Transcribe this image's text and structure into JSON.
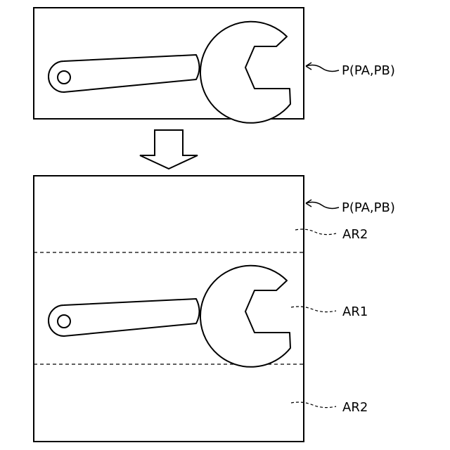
{
  "labels": {
    "top_panel_label": "P(PA,PB)",
    "bottom_panel_label": "P(PA,PB)",
    "region_top": "AR2",
    "region_middle": "AR1",
    "region_bottom": "AR2"
  },
  "colors": {
    "stroke": "#000000",
    "fill": "#ffffff"
  }
}
